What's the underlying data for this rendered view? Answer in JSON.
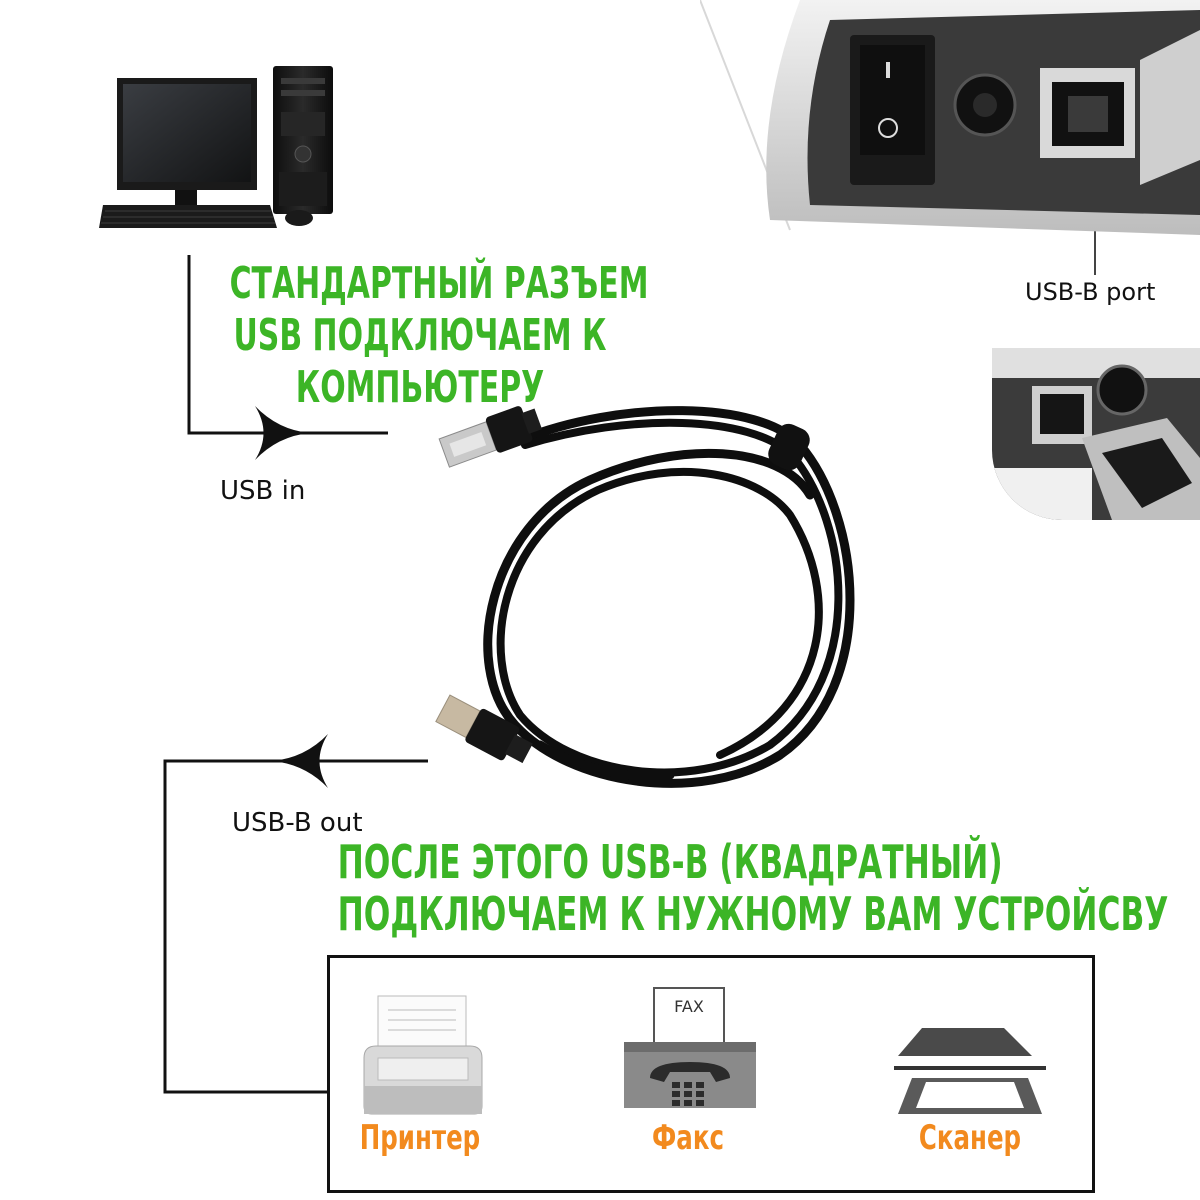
{
  "top_text": {
    "line1": "Стандартный разъем",
    "line2": "USB подключаем к",
    "line3": "компьютеру"
  },
  "bottom_text": {
    "line1": "После этого USB-B (квадратный)",
    "line2": "подключаем к нужному вам устройсву"
  },
  "labels": {
    "usb_in": "USB in",
    "usb_b_out": "USB-B out",
    "usb_b_port": "USB-B port"
  },
  "devices": {
    "printer": "Принтер",
    "fax": "Факс",
    "scanner": "Сканер",
    "fax_paper": "FAX"
  },
  "colors": {
    "accent_green": "#3cb526",
    "accent_orange": "#f28a1e"
  }
}
